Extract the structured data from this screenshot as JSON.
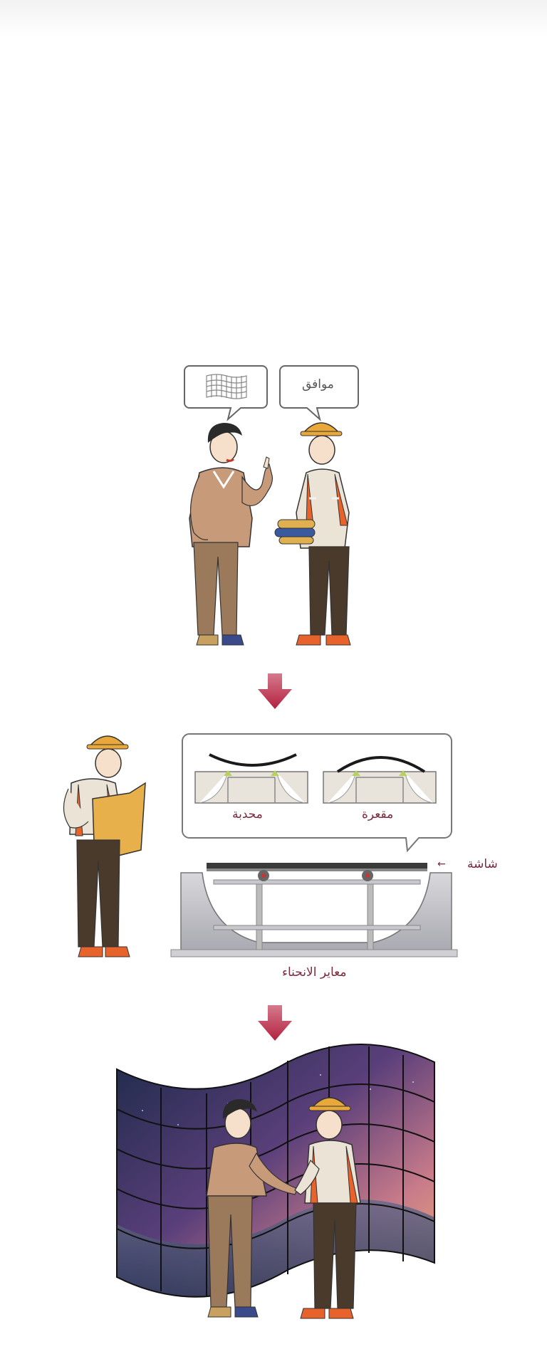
{
  "scene1": {
    "speech_right": "موافق",
    "speech_left_icon": "grid-panel-icon"
  },
  "scene2": {
    "concave_label": "مقعرة",
    "convex_label": "محدبة",
    "screen_label": "شاشة",
    "screen_arrow": "←",
    "jig_label": "معاير الانحناء"
  },
  "colors": {
    "accent_arrow": "#b3213f",
    "label": "#7a2a3c",
    "vest": "#e8632b",
    "helmet": "#e9a93a",
    "sweater": "#c79a7a",
    "pants_brown": "#4a3a2c",
    "pants_tan": "#9a7a5a"
  }
}
